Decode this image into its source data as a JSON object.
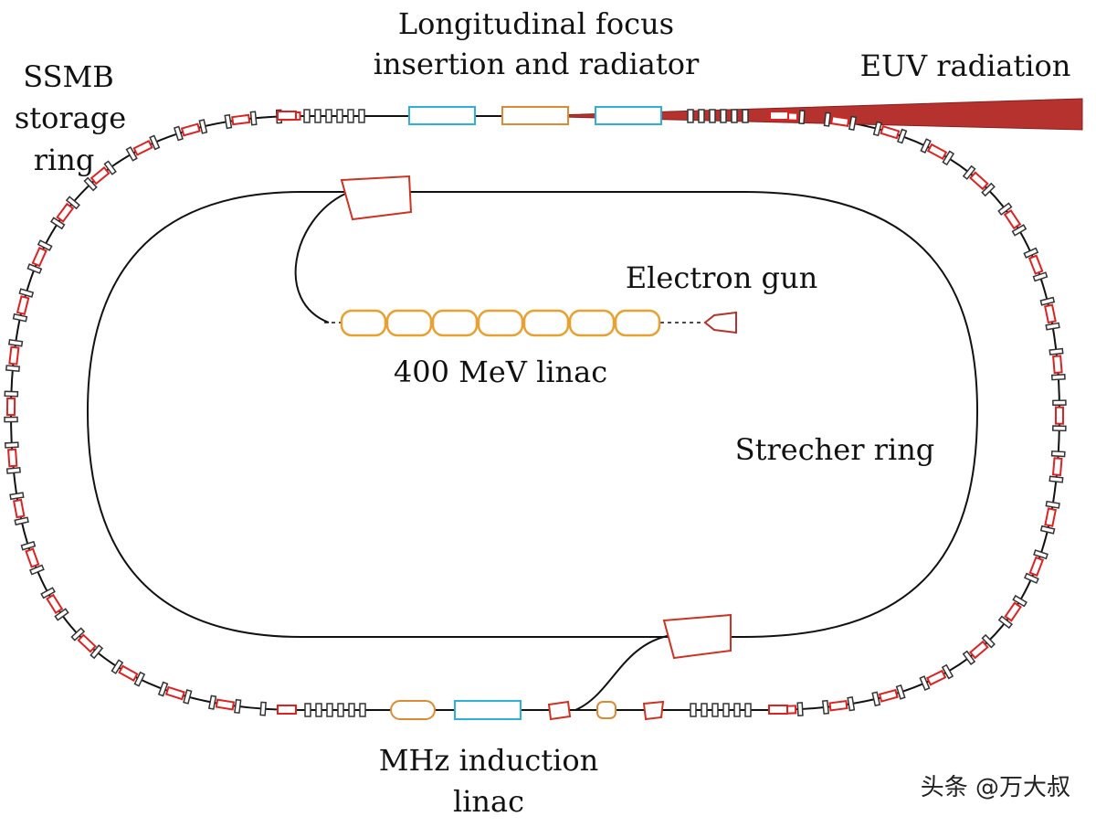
{
  "labels": {
    "longitudinal_line1": "Longitudinal focus",
    "longitudinal_line2": "insertion and radiator",
    "euv": "EUV radiation",
    "ssmb_line1": "SSMB",
    "ssmb_line2": "storage",
    "ssmb_line3": "ring",
    "electron_gun": "Electron gun",
    "linac_400": "400 MeV linac",
    "strecher": "Strecher ring",
    "mhz_line1": "MHz induction",
    "mhz_line2": "linac"
  },
  "watermark": "头条 @万大叔",
  "colors": {
    "beamline": "#111111",
    "dipole": "#dd2222",
    "quadrupole": "#333333",
    "undulator": "#2fb0d8",
    "modulator": "#dd8a33",
    "linac_cavity": "#e8a030",
    "kicker": "#cc3322",
    "euv_beam": "#b5322e"
  }
}
